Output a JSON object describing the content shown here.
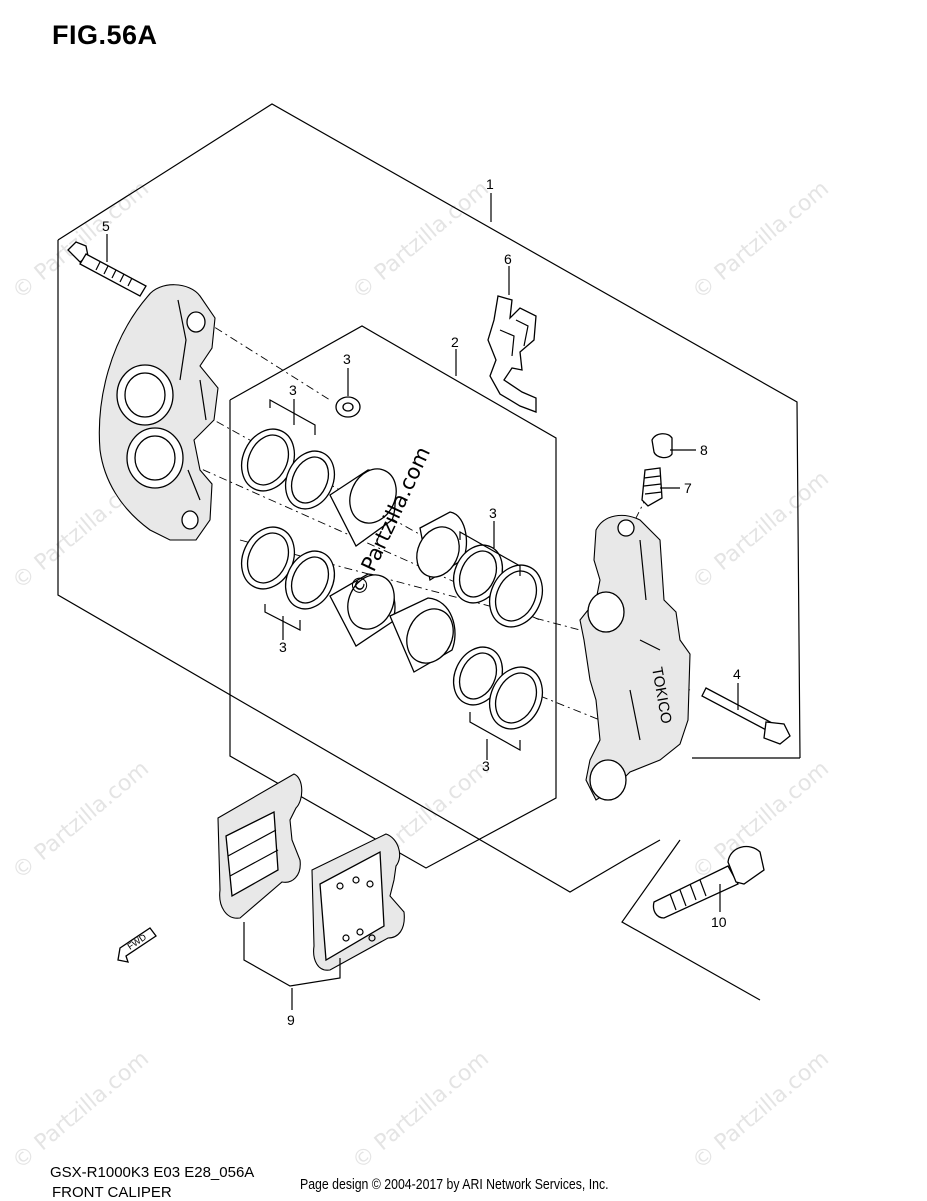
{
  "figure": {
    "title": "FIG.56A",
    "model_code": "GSX-R1000K3 E03 E28_056A",
    "section_name": "FRONT CALIPER"
  },
  "credit": "Page design © 2004-2017 by ARI Network Services, Inc.",
  "watermark": "© Partzilla.com",
  "fwd_label": "FWD",
  "callouts": [
    {
      "id": "callout-1",
      "label": "1"
    },
    {
      "id": "callout-2",
      "label": "2"
    },
    {
      "id": "callout-3a",
      "label": "3"
    },
    {
      "id": "callout-3b",
      "label": "3"
    },
    {
      "id": "callout-3c",
      "label": "3"
    },
    {
      "id": "callout-3d",
      "label": "3"
    },
    {
      "id": "callout-3e",
      "label": "3"
    },
    {
      "id": "callout-4",
      "label": "4"
    },
    {
      "id": "callout-5",
      "label": "5"
    },
    {
      "id": "callout-6",
      "label": "6"
    },
    {
      "id": "callout-7",
      "label": "7"
    },
    {
      "id": "callout-8",
      "label": "8"
    },
    {
      "id": "callout-9",
      "label": "9"
    },
    {
      "id": "callout-10",
      "label": "10"
    }
  ],
  "caliper_brand_text": "TOKICO"
}
